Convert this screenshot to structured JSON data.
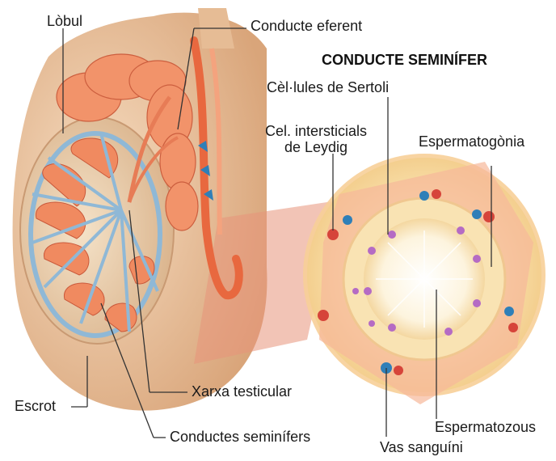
{
  "labels": {
    "lobul": "Lòbul",
    "conducte_eferent": "Conducte eferent",
    "title": "CONDUCTE SEMINÍFER",
    "sertoli": "Cèl·lules de Sertoli",
    "leydig_line1": "Cel. intersticials",
    "leydig_line2": "de Leydig",
    "espermatogonia": "Espermatogònia",
    "escrot": "Escrot",
    "xarxa_testicular": "Xarxa testicular",
    "conductes_seminifers": "Conductes seminífers",
    "espermatozous": "Espermatozous",
    "vas_sanguini": "Vas sanguíni"
  },
  "colors": {
    "skin": "#ecc7a0",
    "tubule": "#f08a60",
    "septum": "#8fb8d6",
    "cross_section": "#f7d99a",
    "sertoli_cell": "#b56bc4",
    "blood_red": "#d6443a",
    "blood_blue": "#2f7fb8"
  }
}
